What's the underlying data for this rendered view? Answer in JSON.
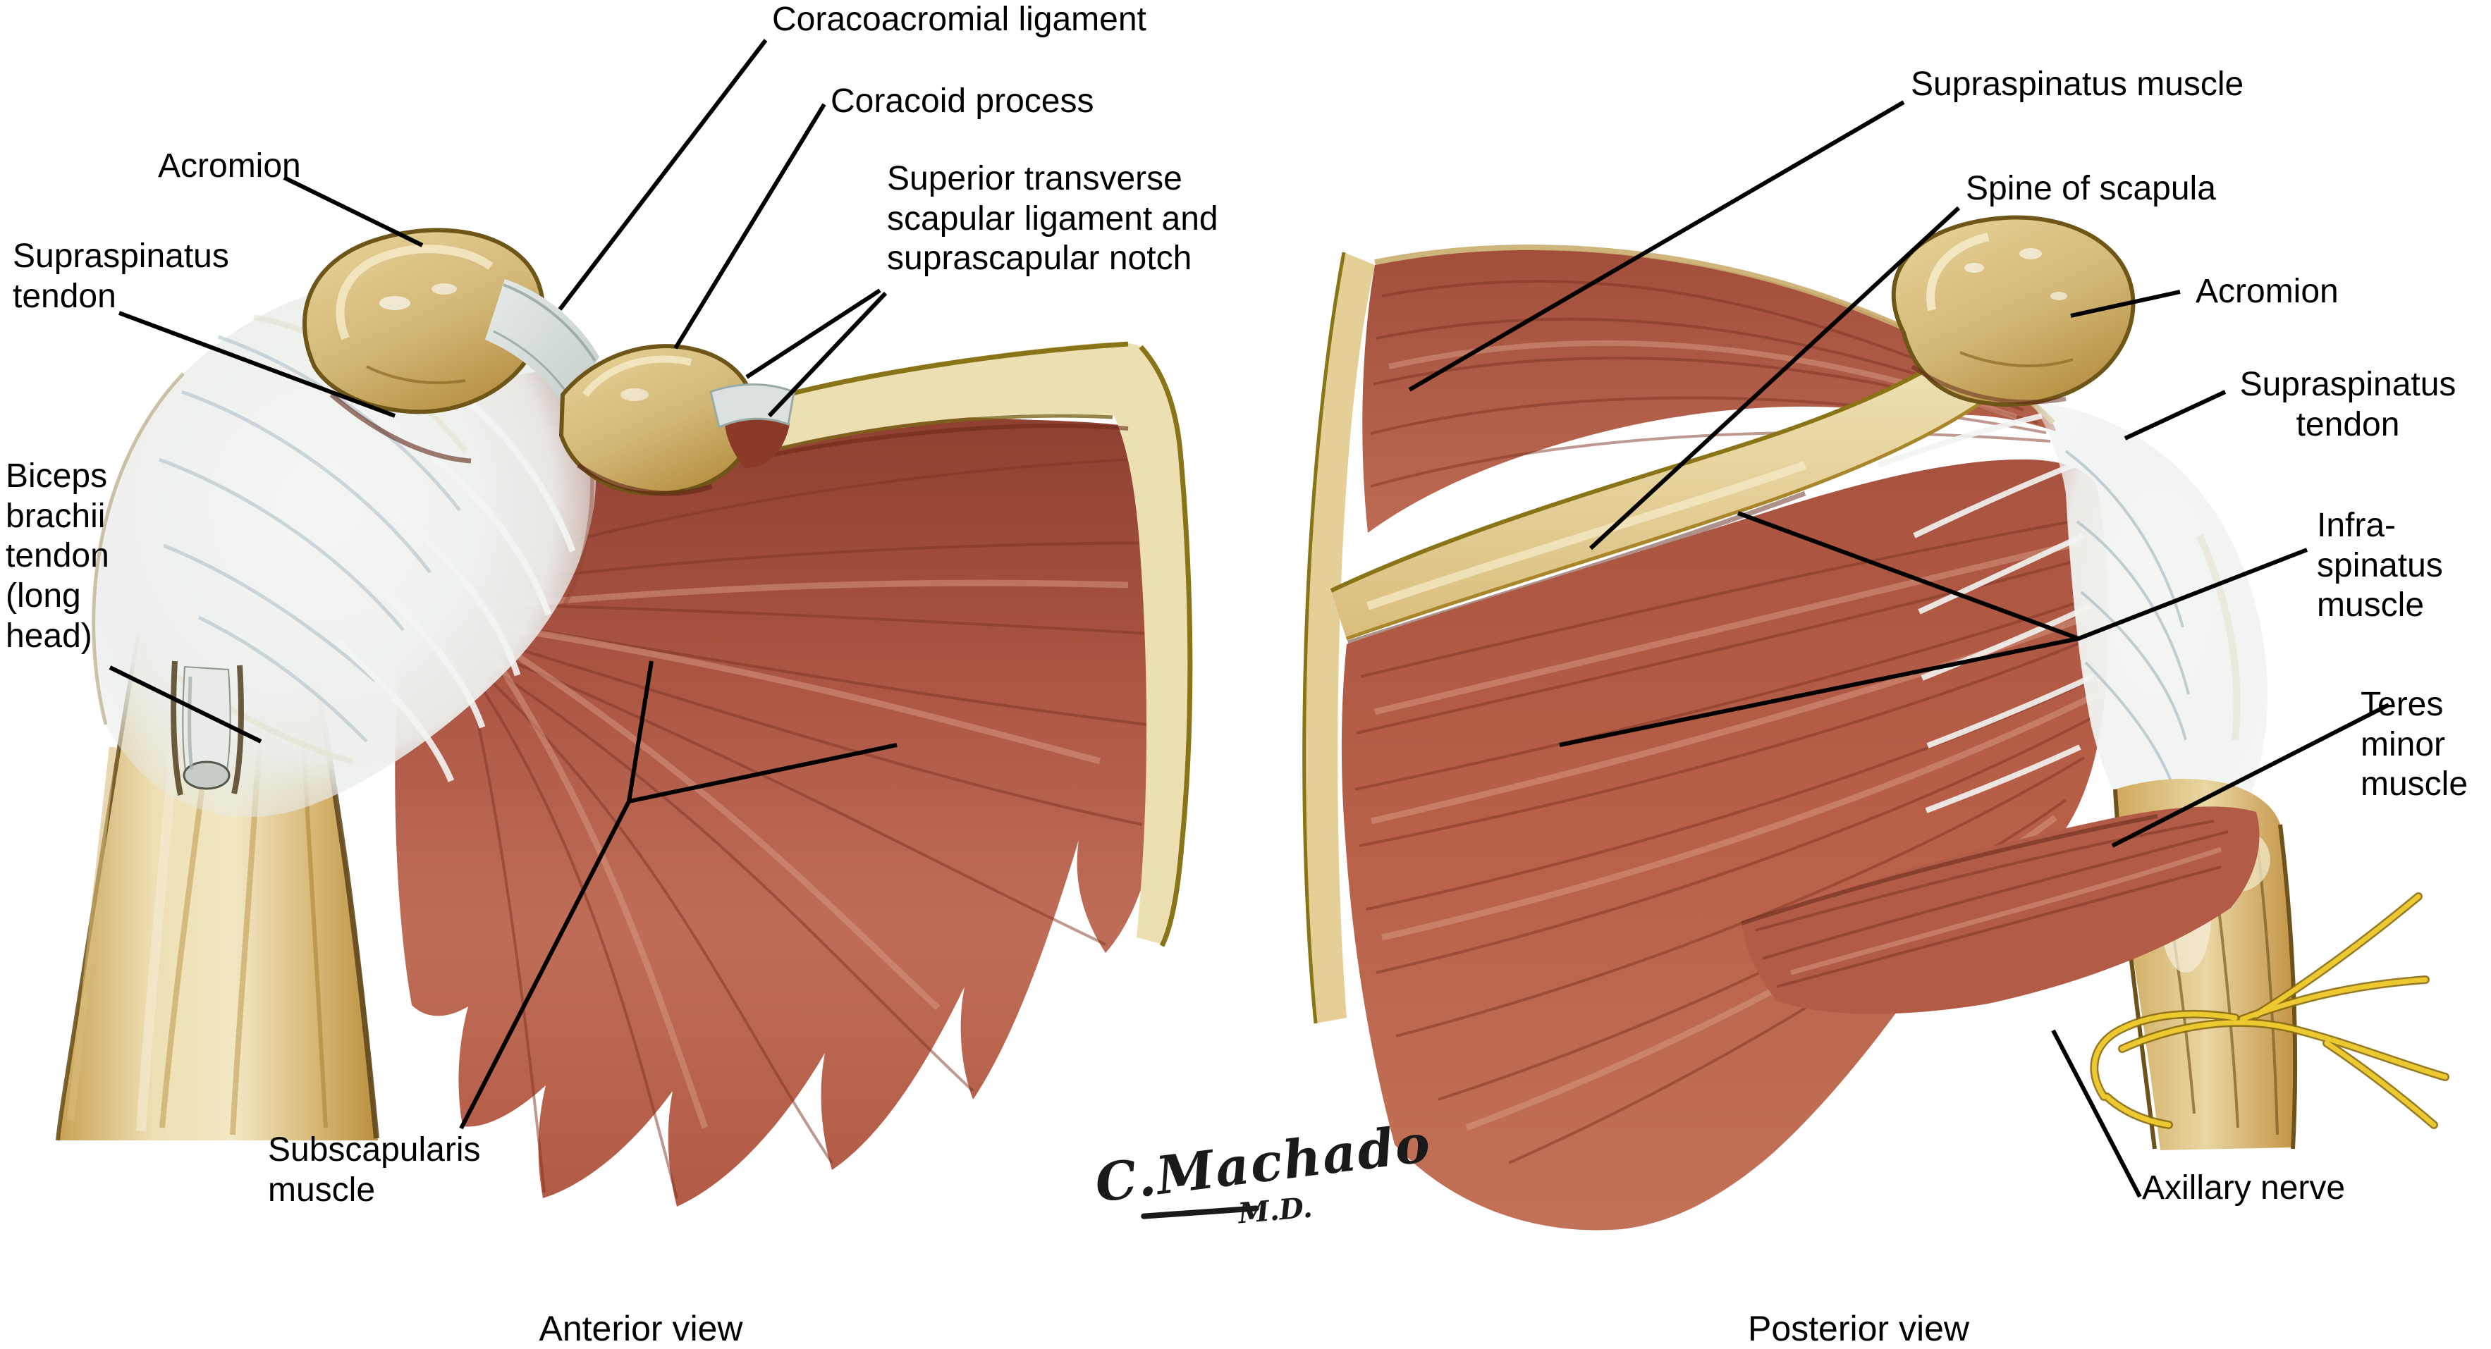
{
  "anterior": {
    "caption": "Anterior view",
    "labels": {
      "coracoacromial_ligament": "Coracoacromial ligament",
      "coracoid_process": "Coracoid process",
      "acromion": "Acromion",
      "superior_transverse": "Superior transverse\nscapular ligament and\nsuprascapular notch",
      "supraspinatus_tendon": "Supraspinatus\ntendon",
      "biceps_brachii_tendon": "Biceps\nbrachii\ntendon\n(long\nhead)",
      "subscapularis_muscle": "Subscapularis\nmuscle"
    }
  },
  "posterior": {
    "caption": "Posterior view",
    "labels": {
      "supraspinatus_muscle": "Supraspinatus muscle",
      "spine_of_scapula": "Spine of scapula",
      "acromion": "Acromion",
      "supraspinatus_tendon": "Supraspinatus\ntendon",
      "infraspinatus_muscle": "Infra-\nspinatus\nmuscle",
      "teres_minor_muscle": "Teres\nminor\nmuscle",
      "axillary_nerve": "Axillary nerve"
    }
  },
  "signature": {
    "name": "C.Machado",
    "credential": "M.D."
  },
  "colors": {
    "background": "#ffffff",
    "label_text": "#000000",
    "leader_line": "#000000",
    "muscle_red": "#ad5644",
    "muscle_dark_fiber": "#7e3524",
    "muscle_highlight": "#d89c85",
    "bone_tan": "#d9bd7c",
    "bone_cream": "#f0e3b6",
    "bone_outline": "#6e5518",
    "tendon_white": "#f2f4f2",
    "tendon_shadow": "#9fb4bd",
    "nerve_yellow": "#ecc92f"
  }
}
